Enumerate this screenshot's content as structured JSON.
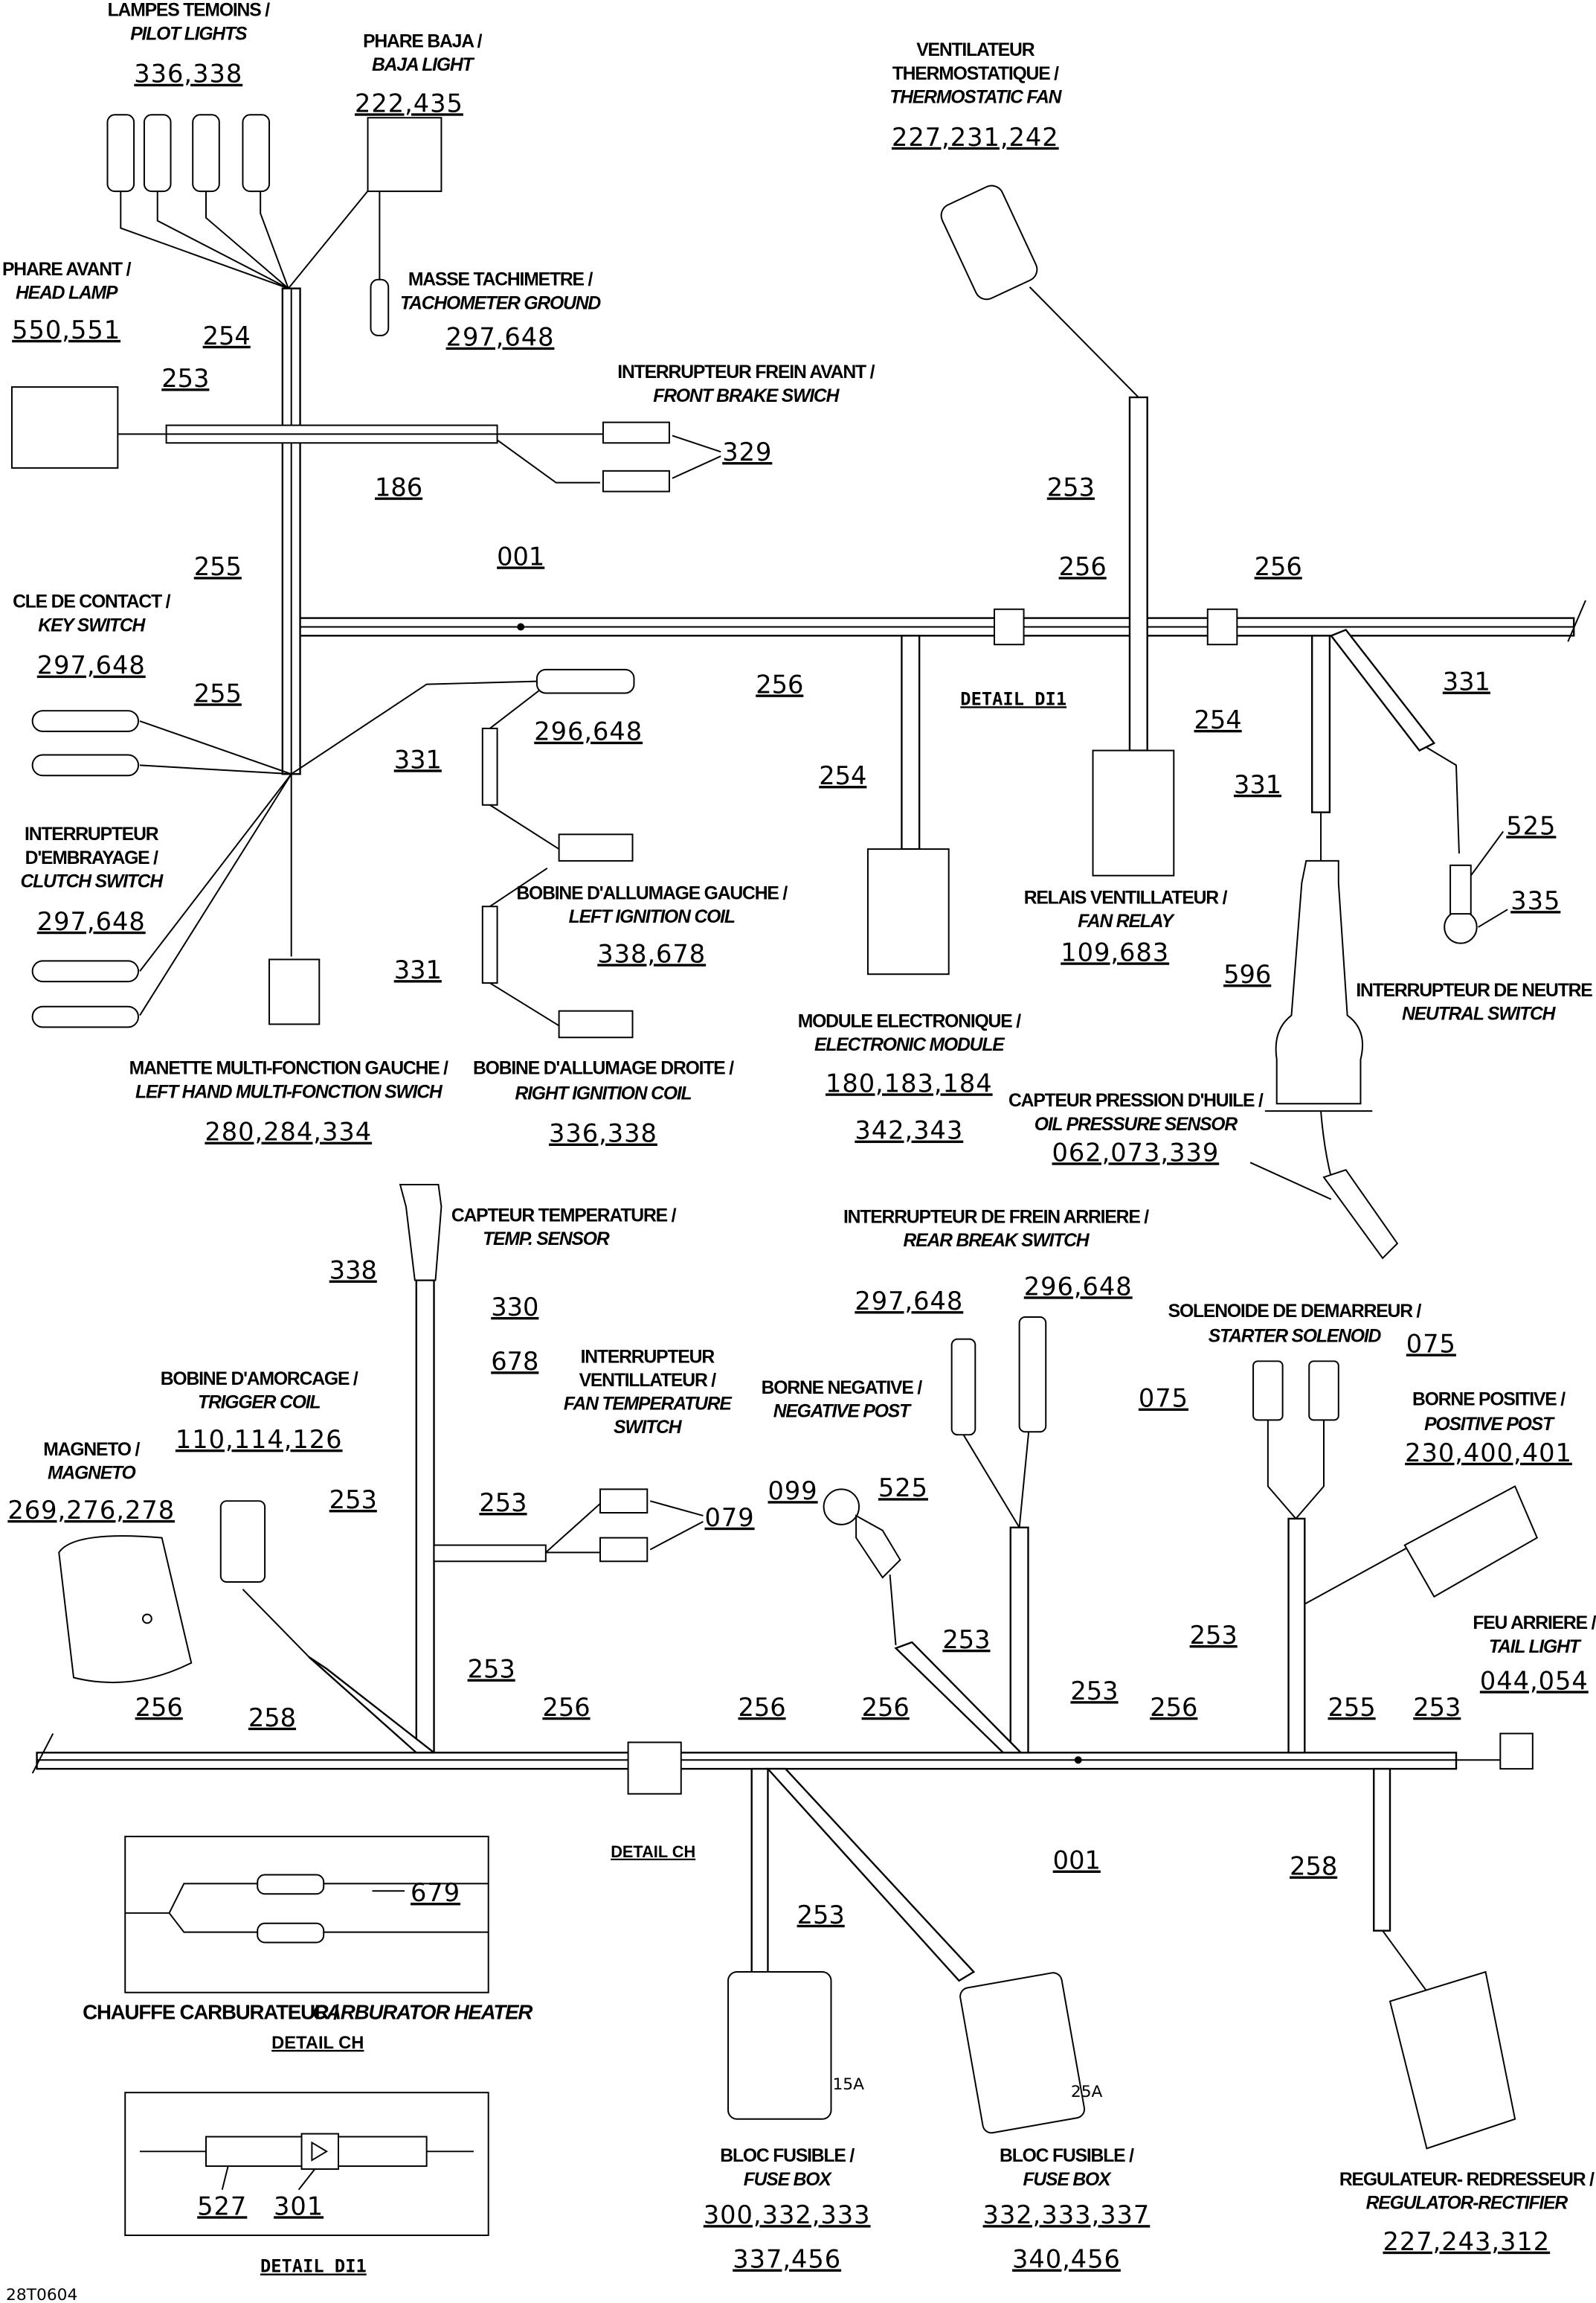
{
  "drawing_id": "28T0604",
  "components": [
    {
      "fr": "LAMPES TEMOINS /",
      "en": "PILOT LIGHTS",
      "refs": [
        "336,338"
      ]
    },
    {
      "fr": "PHARE BAJA /",
      "en": "BAJA LIGHT",
      "refs": [
        "222,435"
      ]
    },
    {
      "fr": [
        "VENTILATEUR",
        "THERMOSTATIQUE /"
      ],
      "en": "THERMOSTATIC FAN",
      "refs": [
        "227,231,242"
      ]
    },
    {
      "fr": "PHARE AVANT /",
      "en": "HEAD LAMP",
      "refs": [
        "550,551"
      ]
    },
    {
      "fr": "MASSE TACHIMETRE /",
      "en": "TACHOMETER GROUND",
      "refs": [
        "297,648"
      ]
    },
    {
      "fr": "INTERRUPTEUR FREIN AVANT /",
      "en": "FRONT BRAKE SWICH",
      "refs": [
        "329"
      ]
    },
    {
      "fr": "CLE DE CONTACT /",
      "en": "KEY SWITCH",
      "refs": [
        "297,648"
      ]
    },
    {
      "fr": "",
      "en": "",
      "refs": [
        "296,648"
      ]
    },
    {
      "fr": [
        "INTERRUPTEUR",
        "D'EMBRAYAGE /"
      ],
      "en": "CLUTCH SWITCH",
      "refs": [
        "297,648"
      ]
    },
    {
      "fr": "BOBINE D'ALLUMAGE GAUCHE /",
      "en": "LEFT IGNITION COIL",
      "en_prefix": "LEFT ",
      "en_italic": "IGNITION COIL",
      "refs": [
        "338,678"
      ]
    },
    {
      "fr": "MODULE ELECTRONIQUE /",
      "en": "ELECTRONIC MODULE",
      "refs": [
        "180,183,184",
        "342,343"
      ]
    },
    {
      "fr": "RELAIS VENTILLATEUR /",
      "en": "FAN RELAY",
      "refs": [
        "109,683"
      ]
    },
    {
      "fr": "INTERRUPTEUR DE NEUTRE /",
      "en": "NEUTRAL SWITCH",
      "refs": [
        "525",
        "335"
      ]
    },
    {
      "fr": "MANETTE MULTI-FONCTION GAUCHE /",
      "en": "LEFT HAND MULTI-FONCTION SWICH",
      "refs": [
        "280,284,334"
      ]
    },
    {
      "fr": "BOBINE D'ALLUMAGE DROITE /",
      "en": "RIGHT IGNITION COIL",
      "refs": [
        "336,338"
      ]
    },
    {
      "fr": "CAPTEUR PRESSION D'HUILE /",
      "en": "OIL PRESSURE SENSOR",
      "refs": [
        "062,073,339"
      ]
    },
    {
      "fr": "CAPTEUR TEMPERATURE /",
      "en": "TEMP. SENSOR",
      "refs": []
    },
    {
      "fr": "INTERRUPTEUR DE FREIN ARRIERE /",
      "en": "REAR BREAK SWITCH",
      "refs": [
        "297,648",
        "296,648"
      ]
    },
    {
      "fr": [
        "INTERRUPTEUR",
        "VENTILLATEUR /"
      ],
      "en": [
        "FAN TEMPERATURE",
        "SWITCH"
      ],
      "refs": [
        "079"
      ]
    },
    {
      "fr": "BOBINE D'AMORCAGE /",
      "en": "TRIGGER COIL",
      "refs": [
        "110,114,126"
      ]
    },
    {
      "fr": "MAGNETO /",
      "en": "MAGNETO",
      "refs": [
        "269,276,278"
      ]
    },
    {
      "fr": "BORNE NEGATIVE /",
      "en": "NEGATIVE POST",
      "refs": [
        "099",
        "525"
      ]
    },
    {
      "fr": "SOLENOIDE DE DEMARREUR /",
      "en": "STARTER SOLENOID",
      "refs": [
        "075",
        "075"
      ]
    },
    {
      "fr": "BORNE POSITIVE /",
      "en": "POSITIVE POST",
      "refs": [
        "230,400,401"
      ]
    },
    {
      "fr": "FEU ARRIERE /",
      "en": "TAIL LIGHT",
      "refs": [
        "044,054"
      ]
    },
    {
      "fr": "CHAUFFE CARBURATEUR /",
      "en": "CARBURATOR HEATER",
      "refs": [
        "679"
      ],
      "detail": "DETAIL CH"
    },
    {
      "fr": "BLOC FUSIBLE /",
      "en": "FUSE BOX",
      "refs": [
        "300,332,333",
        "337,456"
      ]
    },
    {
      "fr": "BLOC FUSIBLE /",
      "en": "FUSE BOX",
      "refs": [
        "332,333,337",
        "340,456"
      ]
    },
    {
      "fr": "REGULATEUR- REDRESSEUR /",
      "en": "REGULATOR-RECTIFIER",
      "refs": [
        "227,243,312"
      ]
    }
  ],
  "details": {
    "di1_marker": "DETAIL DI1",
    "ch_marker": "DETAIL CH",
    "di1_title": "DETAIL DI1",
    "di1_refs": [
      "527",
      "301"
    ],
    "fuse_ratings": [
      "15A",
      "25A"
    ]
  },
  "wires": [
    "254",
    "253",
    "186",
    "255",
    "001",
    "256",
    "255",
    "331",
    "331",
    "253",
    "256",
    "256",
    "254",
    "331",
    "254",
    "331",
    "596",
    "338",
    "330",
    "678",
    "253",
    "253",
    "253",
    "258",
    "256",
    "256",
    "256",
    "256",
    "253",
    "253",
    "256",
    "253",
    "255",
    "253",
    "001",
    "253",
    "258"
  ]
}
